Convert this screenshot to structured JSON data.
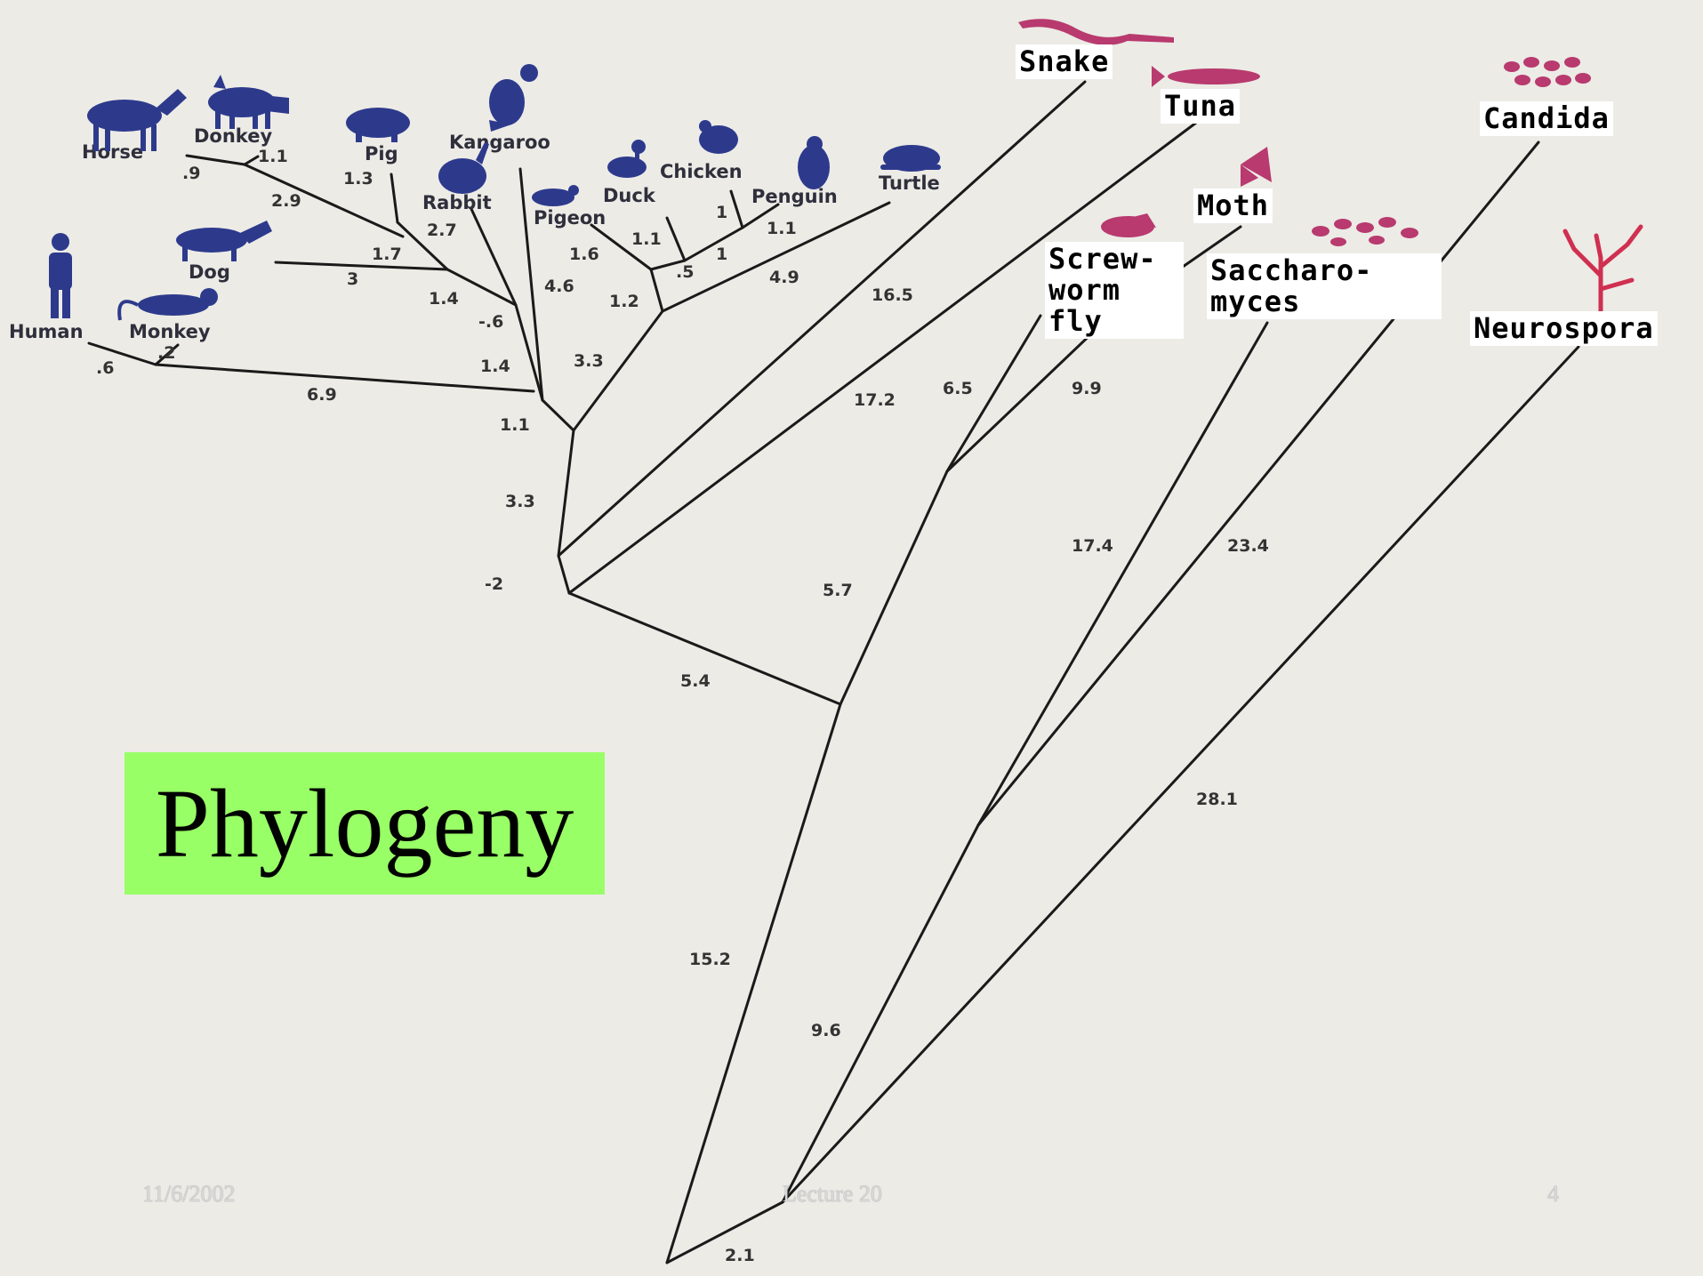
{
  "title": "Phylogeny",
  "footer": {
    "date": "11/6/2002",
    "lecture": "Lecture 20",
    "page": "4"
  },
  "colors": {
    "title_bg": "#99ff66",
    "silhouette_blue": "#2d3a8c",
    "silhouette_pink": "#b83a6e",
    "line": "#1a1a1a"
  },
  "taxa_small": {
    "horse": "Horse",
    "donkey": "Donkey",
    "pig": "Pig",
    "kangaroo": "Kangaroo",
    "rabbit": "Rabbit",
    "dog": "Dog",
    "human": "Human",
    "monkey": "Monkey",
    "pigeon": "Pigeon",
    "duck": "Duck",
    "chicken": "Chicken",
    "penguin": "Penguin",
    "turtle": "Turtle"
  },
  "taxa_boxed": {
    "snake": "Snake",
    "tuna": "Tuna",
    "candida": "Candida",
    "moth": "Moth",
    "screwworm": "Screw-\nworm\nfly",
    "saccharomyces": "Saccharo-\nmyces",
    "neurospora": "Neurospora"
  },
  "branch_lengths": {
    "horse": ".9",
    "donkey": "1.1",
    "equid_stem": "2.9",
    "pig": "1.3",
    "rabbit": "2.7",
    "dog": "3",
    "ungulate_stem": "1.7",
    "mammal_inner": "1.4",
    "neg_06": "-.6",
    "kangaroo": "4.6",
    "placental_stem": "1.4",
    "human": ".6",
    "monkey": ".2",
    "primate_stem": "6.9",
    "mammal_root": "1.1",
    "pigeon": "1.6",
    "duck": "1.1",
    "chicken": "1",
    "penguin": "1.1",
    "galloanserae": ".5",
    "neognath": "1",
    "turtle": "4.9",
    "bird_stem": "1.2",
    "sauropsid_stem": "3.3",
    "amniote_stem": "3.3",
    "neg_02": "-2",
    "snake": "16.5",
    "tuna": "17.2",
    "vert_stem": "5.4",
    "screwworm": "6.5",
    "moth": "9.9",
    "insect_stem": "5.7",
    "animal_stem": "15.2",
    "saccharomyces": "17.4",
    "candida": "23.4",
    "fungi_stem": "9.6",
    "neurospora": "28.1",
    "root": "2.1"
  },
  "icons": [
    "horse-icon",
    "donkey-icon",
    "pig-icon",
    "kangaroo-icon",
    "rabbit-icon",
    "dog-icon",
    "human-icon",
    "monkey-icon",
    "pigeon-icon",
    "duck-icon",
    "chicken-icon",
    "penguin-icon",
    "turtle-icon",
    "snake-icon",
    "tuna-icon",
    "moth-icon",
    "screwworm-fly-icon",
    "saccharomyces-icon",
    "candida-icon",
    "neurospora-icon"
  ]
}
